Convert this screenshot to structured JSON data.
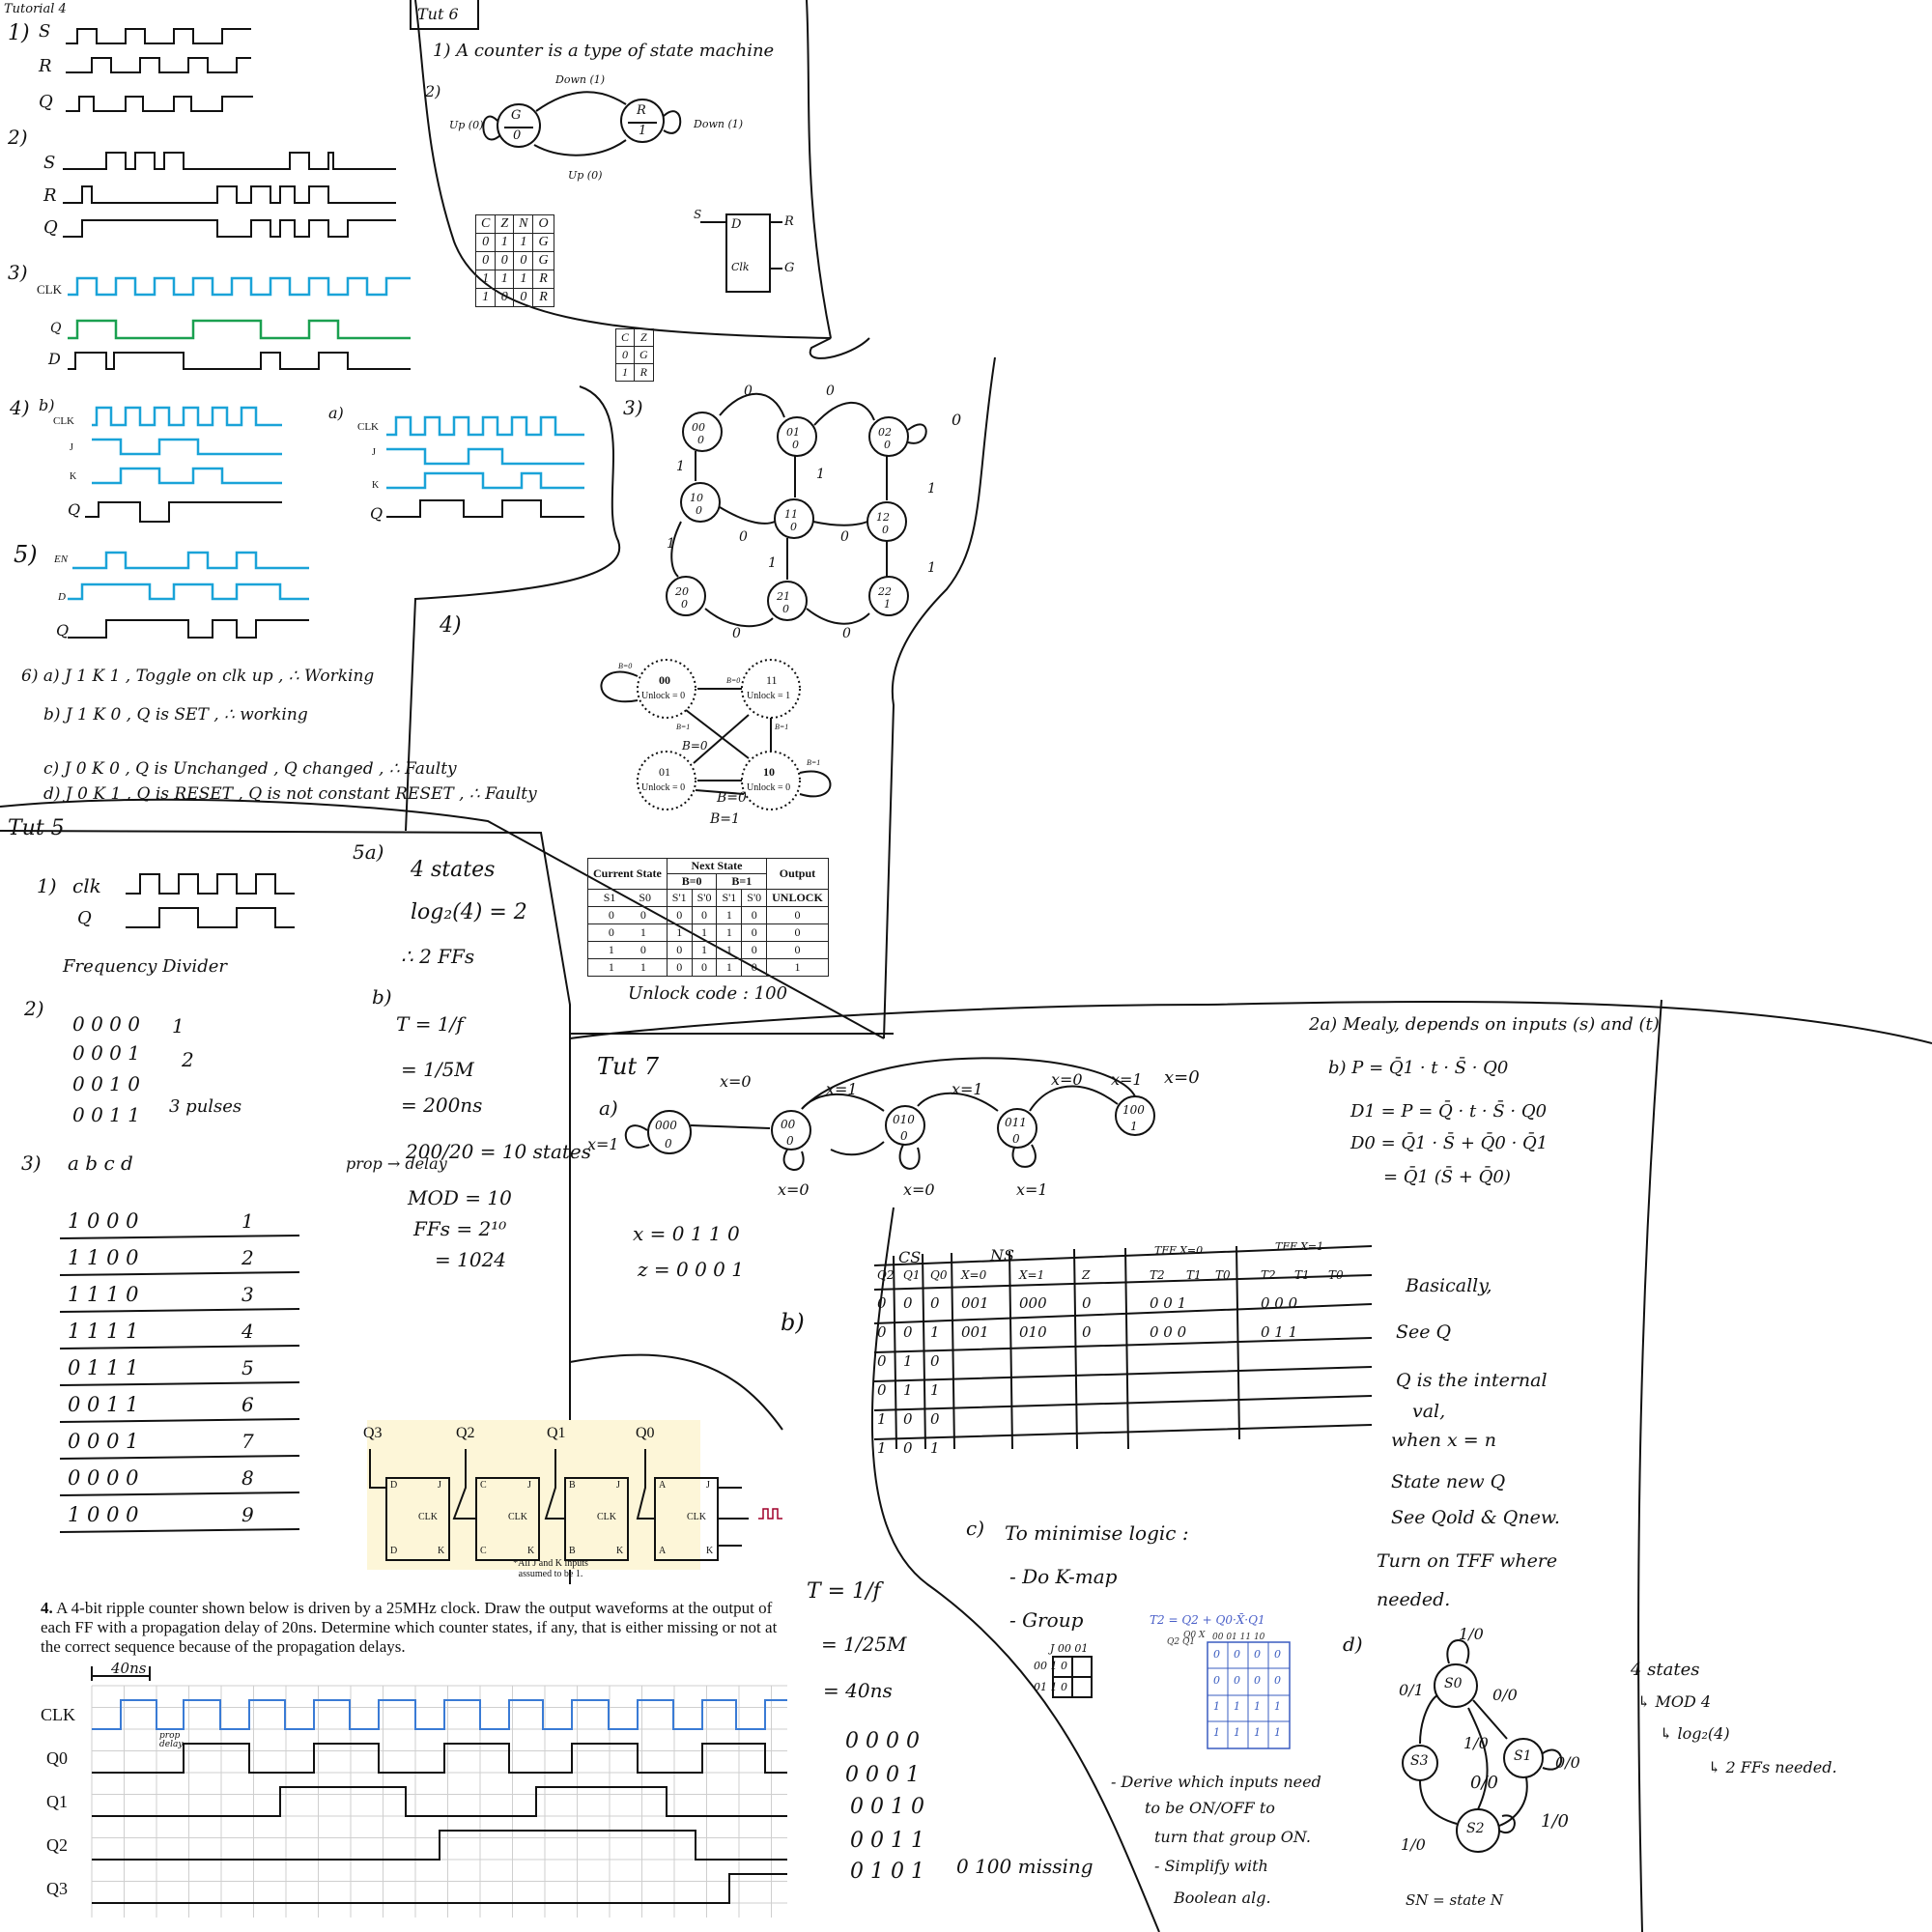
{
  "tut4": {
    "title": "Tutorial 4",
    "q1": {
      "num": "1)",
      "labels": [
        "S",
        "R",
        "Q"
      ]
    },
    "q2": {
      "num": "2)",
      "labels": [
        "S",
        "R",
        "Q"
      ]
    },
    "q3": {
      "num": "3)",
      "labels": [
        "CLK",
        "Q",
        "D"
      ]
    },
    "q4": {
      "num": "4)",
      "b_label": "b)",
      "a_label": "a)",
      "labels": [
        "CLK",
        "J",
        "K",
        "Q"
      ]
    },
    "q5": {
      "num": "5)",
      "labels": [
        "EN",
        "D",
        "Q"
      ]
    },
    "q6": [
      "6) a) J 1 K 1 , Toggle on clk up , ∴ Working",
      "b) J 1 K 0 ,  Q is SET , ∴ working",
      "c) J 0 K 0 , Q is Unchanged , Q changed , ∴ Faulty",
      "d) J 0 K 1 , Q is RESET , Q is not constant RESET , ∴ Faulty"
    ]
  },
  "tut6": {
    "title": "Tut 6",
    "q1": "1) A counter is a type of state machine",
    "q2": {
      "num": "2)",
      "state_g": [
        "G",
        "0"
      ],
      "state_r": [
        "R",
        "1"
      ],
      "arc_labels": [
        "Down (1)",
        "Up (0)",
        "Up (0)",
        "Down (1)"
      ],
      "truth_header": [
        "C",
        "Z",
        "N",
        "O"
      ],
      "truth_rows": [
        [
          "0",
          "1",
          "1",
          "G"
        ],
        [
          "0",
          "0",
          "0",
          "G"
        ],
        [
          "1",
          "1",
          "1",
          "R"
        ],
        [
          "1",
          "0",
          "0",
          "R"
        ]
      ],
      "small_header": [
        "C",
        "Z"
      ],
      "small_rows": [
        [
          "0",
          "G"
        ],
        [
          "1",
          "R"
        ]
      ],
      "ff": {
        "in": "S",
        "d": "D",
        "clk": "Clk",
        "out1": "R",
        "out2": "G"
      }
    },
    "q3": {
      "num": "3)",
      "states": [
        [
          "00",
          "0"
        ],
        [
          "01",
          "0"
        ],
        [
          "02",
          "0"
        ],
        [
          "10",
          "0"
        ],
        [
          "11",
          "0"
        ],
        [
          "12",
          "0"
        ],
        [
          "20",
          "0"
        ],
        [
          "21",
          "0"
        ],
        [
          "22",
          "1"
        ]
      ],
      "arc_digits": [
        "0",
        "0",
        "0",
        "1",
        "1",
        "0",
        "0",
        "1",
        "1",
        "1",
        "0",
        "0",
        "1"
      ]
    },
    "q4": {
      "num": "4)",
      "states": [
        {
          "code": "00",
          "out": "Unlock = 0"
        },
        {
          "code": "11",
          "out": "Unlock = 1"
        },
        {
          "code": "01",
          "out": "Unlock = 0"
        },
        {
          "code": "10",
          "out": "Unlock = 0"
        }
      ],
      "arc_labels": [
        "B=0",
        "B=0",
        "B=1",
        "B=0",
        "B=1",
        "B=1",
        "B=0",
        "B=1"
      ],
      "table": {
        "h_current": "Current State",
        "h_next": "Next State",
        "h_b0": "B=0",
        "h_b1": "B=1",
        "h_output": "Output",
        "sub": [
          "S1",
          "S0",
          "S'1",
          "S'0",
          "S'1",
          "S'0",
          "UNLOCK"
        ],
        "rows": [
          [
            "0",
            "0",
            "0",
            "0",
            "1",
            "0",
            "0"
          ],
          [
            "0",
            "1",
            "1",
            "1",
            "1",
            "0",
            "0"
          ],
          [
            "1",
            "0",
            "0",
            "1",
            "1",
            "0",
            "0"
          ],
          [
            "1",
            "1",
            "0",
            "0",
            "1",
            "0",
            "1"
          ]
        ]
      },
      "unlock_code": "Unlock code : 100"
    }
  },
  "tut5": {
    "title": "Tut 5",
    "q1": {
      "num": "1)",
      "labels": [
        "clk",
        "Q"
      ],
      "note": "Frequency Divider"
    },
    "q2": {
      "num": "2)",
      "codes": [
        "0 0 0 0",
        "0 0 0 1",
        "0 0 1 0",
        "0 0 1 1"
      ],
      "marks": [
        "1",
        "2",
        "3 pulses"
      ]
    },
    "q3": {
      "num": "3)",
      "header": "a b c d",
      "rows": [
        [
          "1 0 0 0",
          "1"
        ],
        [
          "1 1 0 0",
          "2"
        ],
        [
          "1 1 1 0",
          "3"
        ],
        [
          "1 1 1 1",
          "4"
        ],
        [
          "0 1 1 1",
          "5"
        ],
        [
          "0 0 1 1",
          "6"
        ],
        [
          "0 0 0 1",
          "7"
        ],
        [
          "0 0 0 0",
          "8"
        ],
        [
          "1 0 0 0",
          "9"
        ]
      ]
    },
    "q5a": [
      "5a)",
      "4 states",
      "log₂(4) = 2",
      "∴ 2 FFs"
    ],
    "q5b": [
      "b)",
      "T = 1/f",
      "= 1/5M",
      "= 200ns",
      "200/20 = 10 states",
      "prop → delay",
      "MOD = 10",
      "FFs = 2¹⁰",
      "= 1024"
    ],
    "circuit": {
      "q_labels": [
        "Q3",
        "Q2",
        "Q1",
        "Q0"
      ],
      "ff_letters": [
        "D",
        "C",
        "B",
        "A"
      ],
      "pins": [
        "J",
        "CLK",
        "K"
      ],
      "note": "*All J and K inputs assumed to be 1."
    },
    "q4": {
      "num": "4.",
      "text": "A 4-bit ripple counter shown below is driven by a 25MHz clock. Draw the output waveforms at the output of each FF with a propagation delay of 20ns. Determine which counter states, if any, that is either missing or not at the correct sequence because of the propagation delays.",
      "labels": [
        "CLK",
        "Q0",
        "Q1",
        "Q2",
        "Q3"
      ],
      "period_note": "40ns",
      "prop_note": "prop delay",
      "calc": [
        "T = 1/f",
        "= 1/25M",
        "= 40ns"
      ],
      "seq": [
        "0 0 0 0",
        "0 0 0 1",
        "0 0 1 0",
        "0 0 1 1",
        "0 1 0 1"
      ],
      "missing": "0 100 missing"
    }
  },
  "tut7": {
    "title": "Tut 7",
    "a": {
      "num": "a)",
      "states": [
        [
          "000",
          "0"
        ],
        [
          "00",
          "0"
        ],
        [
          "010",
          "0"
        ],
        [
          "011",
          "0"
        ],
        [
          "100",
          "1"
        ]
      ],
      "arc_labels": [
        "x=1",
        "x=0",
        "x=1",
        "x=1",
        "x=0",
        "x=1",
        "x=0",
        "x=0",
        "x=0",
        "x=1"
      ],
      "x_seq": "x = 0 1 1 0",
      "z_seq": "z = 0 0 0 1"
    },
    "b": {
      "num": "b)",
      "header_groups": [
        "CS",
        "NS",
        "TFF X=0",
        "TFF X=1"
      ],
      "header": [
        "Q2",
        "Q1",
        "Q0",
        "X=0",
        "X=1",
        "Z",
        "T2",
        "T1",
        "T0",
        "T2",
        "T1",
        "T0"
      ],
      "rows": [
        [
          "0",
          "0",
          "0",
          "001",
          "000",
          "0",
          "0 0 1",
          "",
          "",
          "0 0 0",
          "",
          ""
        ],
        [
          "0",
          "0",
          "1",
          "001",
          "010",
          "0",
          "0 0 0",
          "",
          "",
          "0 1 1",
          "",
          ""
        ],
        [
          "0",
          "1",
          "0",
          "",
          "",
          "",
          "",
          "",
          "",
          "",
          "",
          ""
        ],
        [
          "0",
          "1",
          "1",
          "",
          "",
          "",
          "",
          "",
          "",
          "",
          "",
          ""
        ],
        [
          "1",
          "0",
          "0",
          "",
          "",
          "",
          "",
          "",
          "",
          "",
          "",
          ""
        ],
        [
          "1",
          "0",
          "1",
          "",
          "",
          "",
          "",
          "",
          "",
          "",
          "",
          ""
        ]
      ],
      "notes": [
        "Basically,",
        "See Q",
        "Q is the internal",
        "val,",
        "when x = n",
        "State new Q",
        "See Qold & Qnew.",
        "Turn on TFF where",
        "needed."
      ]
    },
    "c": {
      "num": "c)",
      "lines": [
        "To minimise logic :",
        "- Do K-map",
        "- Group"
      ],
      "kmap_small": {
        "title": "J 00 01",
        "rows": [
          "00 1 0",
          "01 1 0"
        ]
      },
      "kmap_big_title": "T2 = Q2 + Q0·X̄·Q1",
      "kmap_axis": [
        "Q0 X",
        "Q2 Q1",
        "00 01 11 10"
      ],
      "kmap_cells": [
        [
          "0",
          "0",
          "0",
          "0"
        ],
        [
          "0",
          "0",
          "0",
          "0"
        ],
        [
          "1",
          "1",
          "1",
          "1"
        ],
        [
          "1",
          "1",
          "1",
          "1"
        ]
      ],
      "steps": [
        "- Derive which inputs need",
        "to be ON/OFF to",
        "turn that group ON.",
        "- Simplify with",
        "Boolean alg."
      ]
    },
    "q2": {
      "a": "2a) Mealy, depends on inputs (s) and (t)",
      "b": [
        "b)   P = Q̄1 · t · S̄  · Q0",
        "D1 = P = Q̄ · t · S̄ · Q0",
        "D0 = Q̄1 · S̄ + Q̄0 · Q̄1",
        "= Q̄1 (S̄ + Q̄0)"
      ]
    },
    "d": {
      "num": "d)",
      "states": [
        "S0",
        "S1",
        "S2",
        "S3"
      ],
      "arc_labels": [
        "1/0",
        "0/1",
        "0/0",
        "1/0",
        "0/0",
        "0/0",
        "1/0",
        "1/0"
      ],
      "notes": [
        "4 states",
        "↳ MOD 4",
        "↳ log₂(4)",
        "↳ 2 FFs needed."
      ],
      "legend": "SN = state N"
    }
  }
}
